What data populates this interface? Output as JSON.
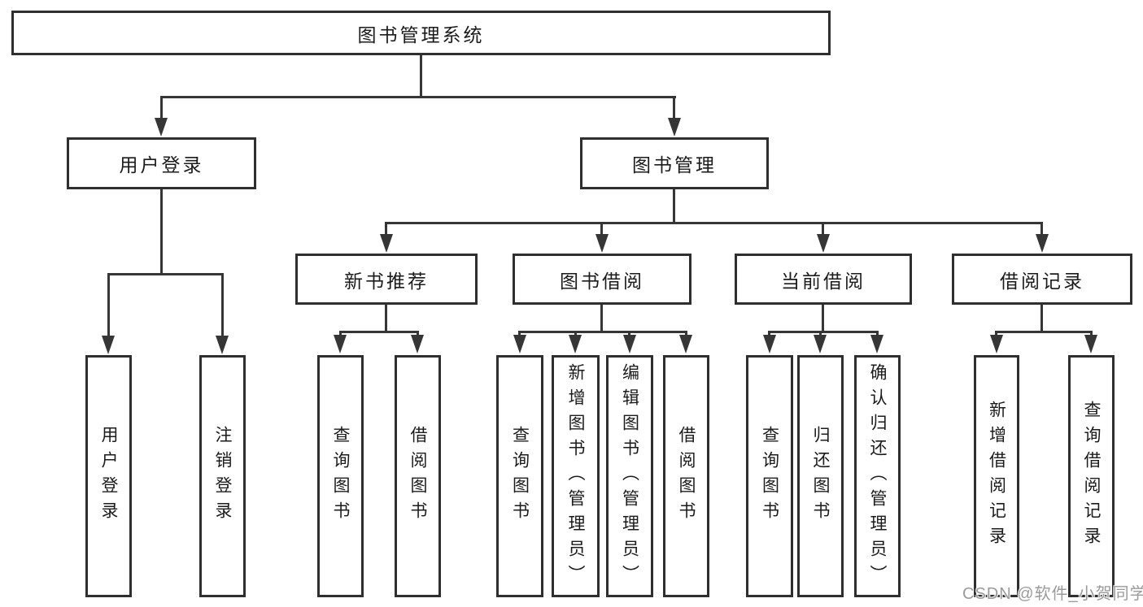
{
  "tree": {
    "root": {
      "label": "图书管理系统"
    },
    "branches": [
      {
        "label": "用户登录",
        "leaves": [
          {
            "label": "用户登录"
          },
          {
            "label": "注销登录"
          }
        ]
      },
      {
        "label": "图书管理",
        "groups": [
          {
            "label": "新书推荐",
            "leaves": [
              {
                "label": "查询图书"
              },
              {
                "label": "借阅图书"
              }
            ]
          },
          {
            "label": "图书借阅",
            "leaves": [
              {
                "label": "查询图书"
              },
              {
                "label": "新增图书（管理员）"
              },
              {
                "label": "编辑图书（管理员）"
              },
              {
                "label": "借阅图书"
              }
            ]
          },
          {
            "label": "当前借阅",
            "leaves": [
              {
                "label": "查询图书"
              },
              {
                "label": "归还图书"
              },
              {
                "label": "确认归还（管理员）"
              }
            ]
          },
          {
            "label": "借阅记录",
            "leaves": [
              {
                "label": "新增借阅记录"
              },
              {
                "label": "查询借阅记录"
              }
            ]
          }
        ]
      }
    ]
  },
  "watermark": {
    "text": "CSDN @软件_小贺同学"
  },
  "colors": {
    "line": "#363636",
    "border": "#2f2f2f",
    "text": "#1b1b1b",
    "watermark": "#9b9b9b",
    "background": "#ffffff"
  }
}
